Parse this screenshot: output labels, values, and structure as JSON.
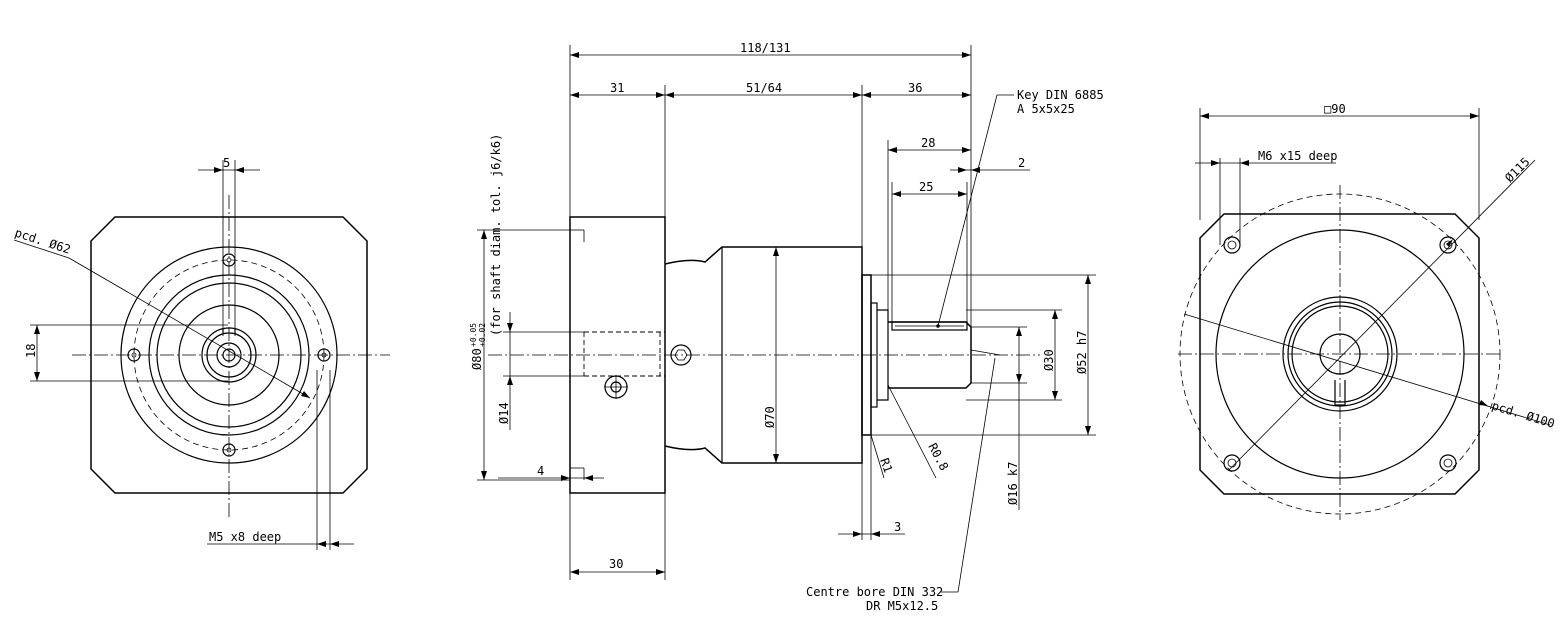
{
  "drawing": {
    "left_view": {
      "dim_keyway": "5",
      "dim_height": "18",
      "pcd_label": "pcd. Ø62",
      "thread_label": "M5 x8 deep"
    },
    "side_view": {
      "overall_length": "118/131",
      "flange_length": "31",
      "body_length": "51/64",
      "shaft_length": "36",
      "key_length_outer": "28",
      "key_length_inner": "25",
      "shoulder": "2",
      "key_label_line1": "Key DIN 6885",
      "key_label_line2": "A 5x5x25",
      "input_note": "(for shaft diam. tol. j6/k6)",
      "dia_input": "Ø80",
      "dia_input_tol_upper": "+0.05",
      "dia_input_tol_lower": "+0.02",
      "dia_input_bore": "Ø14",
      "dim_4": "4",
      "dim_30_bottom": "30",
      "dia_body": "Ø70",
      "radius_1": "R1",
      "radius_08": "R0.8",
      "dia_shaft_shoulder": "Ø30",
      "dia_spigot": "Ø52 h7",
      "dia_shaft": "Ø16 k7",
      "dim_3": "3",
      "centre_bore_line1": "Centre bore DIN 332",
      "centre_bore_line2": "DR M5x12.5"
    },
    "right_view": {
      "square": "□90",
      "thread_label": "M6 x15 deep",
      "dia_outer": "Ø115",
      "pcd_label": "pcd. Ø100"
    }
  }
}
